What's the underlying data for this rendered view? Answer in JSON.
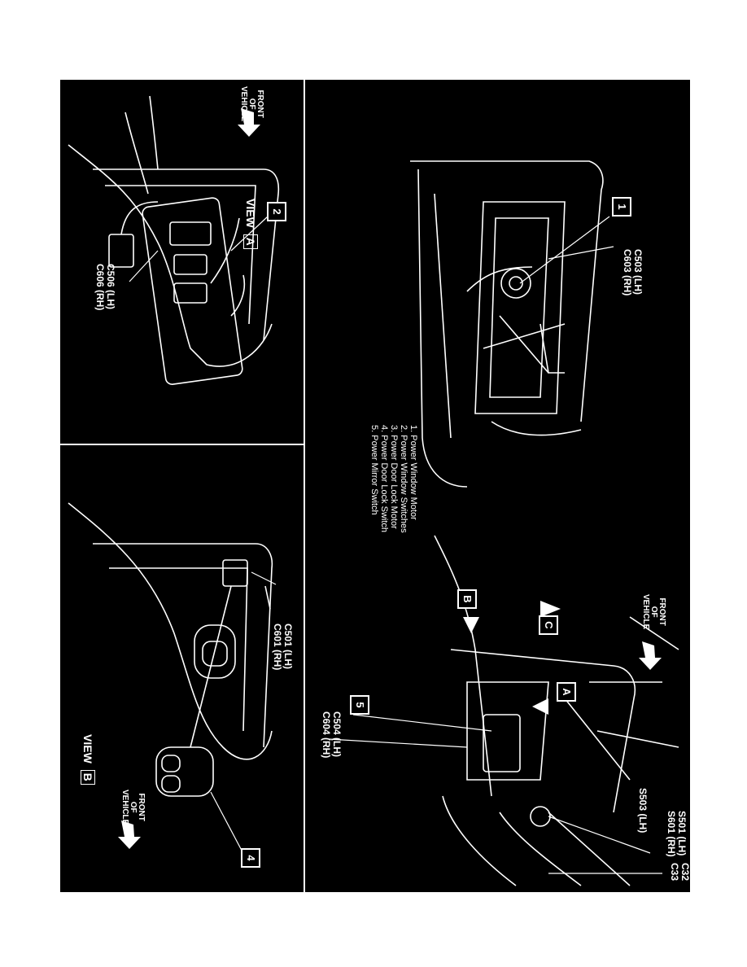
{
  "legend": {
    "items": [
      "1.  Power Window Motor",
      "2.  Power Window Switches",
      "3.  Power Door Lock Motor",
      "4.  Power Door Lock Switch",
      "5.  Power Mirror Switch"
    ]
  },
  "views": {
    "a": {
      "word": "VIEW",
      "letter": "A"
    },
    "b": {
      "word": "VIEW",
      "letter": "B"
    }
  },
  "callouts": {
    "c1": "1",
    "c2": "2",
    "c4": "4",
    "c5": "5"
  },
  "arrows": {
    "a": "A",
    "b": "B",
    "c": "C"
  },
  "front_of_vehicle": {
    "line1": "FRONT",
    "line2": "OF",
    "line3": "VEHICLE"
  },
  "connectors": {
    "c506": {
      "lh": "C506 (LH)",
      "rh": "C606 (RH)"
    },
    "c501": {
      "lh": "C501 (LH)",
      "rh": "C601 (RH)"
    },
    "c503": {
      "lh": "C503 (LH)",
      "rh": "C603 (RH)"
    },
    "c504": {
      "lh": "C504 (LH)",
      "rh": "C604 (RH)"
    },
    "s503": {
      "lh": "S503 (LH)"
    },
    "s501": {
      "lh": "S501 (LH)",
      "rh": "S601 (RH)"
    },
    "c32": "C32",
    "c33": "C33"
  }
}
